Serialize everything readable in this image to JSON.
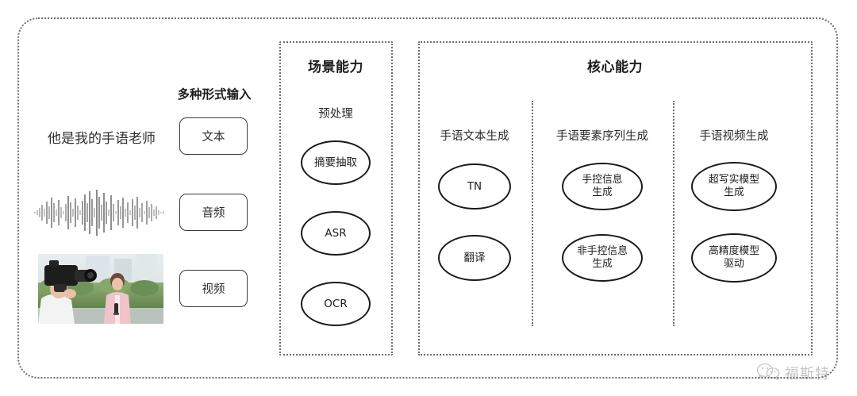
{
  "diagram": {
    "outer_frame": {
      "style": "dotted-rounded"
    },
    "input": {
      "heading": "多种形式输入",
      "sentence": "他是我的手语老师",
      "modalities": [
        {
          "label": "文本",
          "icon": "text-icon"
        },
        {
          "label": "音频",
          "icon": "waveform-icon"
        },
        {
          "label": "视频",
          "icon": "video-thumbnail-icon"
        }
      ],
      "waveform_name": "audio-waveform",
      "video_thumbnail_name": "video-thumbnail"
    },
    "scene_section": {
      "title": "场景能力",
      "sub_label": "预处理",
      "nodes": [
        {
          "label": "摘要抽取"
        },
        {
          "label": "ASR"
        },
        {
          "label": "OCR"
        }
      ]
    },
    "core_section": {
      "title": "核心能力",
      "columns": [
        {
          "label": "手语文本生成",
          "nodes": [
            {
              "label": "TN"
            },
            {
              "label": "翻译"
            }
          ]
        },
        {
          "label": "手语要素序列生成",
          "nodes": [
            {
              "label": "手控信息\n生成"
            },
            {
              "label": "非手控信息\n生成"
            }
          ]
        },
        {
          "label": "手语视频生成",
          "nodes": [
            {
              "label": "超写实模型\n生成"
            },
            {
              "label": "高精度模型\n驱动"
            }
          ]
        }
      ]
    },
    "watermark": {
      "text": "福斯特",
      "icon": "wechat-bubble-icon"
    },
    "colors": {
      "stroke": "#6d6d6d",
      "node_stroke": "#1a1a1a",
      "text": "#2b2b2b",
      "background": "#ffffff"
    }
  }
}
